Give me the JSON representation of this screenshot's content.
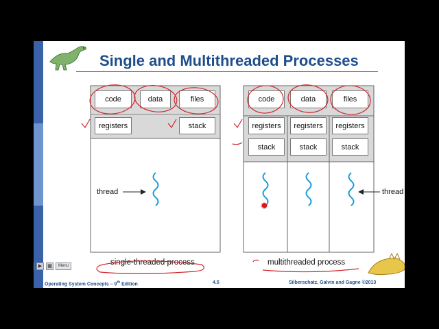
{
  "slide": {
    "title": "Single and Multithreaded Processes",
    "single": {
      "shared": [
        "code",
        "data",
        "files"
      ],
      "registers": "registers",
      "stack": "stack",
      "thread_label": "thread",
      "caption": "single-threaded process"
    },
    "multi": {
      "shared": [
        "code",
        "data",
        "files"
      ],
      "registers": [
        "registers",
        "registers",
        "registers"
      ],
      "stacks": [
        "stack",
        "stack",
        "stack"
      ],
      "thread_label": "thread",
      "caption": "multithreaded process"
    },
    "footer": {
      "left": "Operating System Concepts – 9",
      "left_sup": "th",
      "left_tail": " Edition",
      "center": "4.5",
      "right": "Silberschatz, Galvin and Gagne ©2013"
    },
    "controls": {
      "prev": "◀",
      "next": "▶",
      "menu": "Menu"
    },
    "colors": {
      "sidebar": "#3a62a8",
      "title": "#1f4e8c",
      "thread": "#1a9bd7",
      "annotation": "#d0252b",
      "shared_region": "#d9d9d9"
    },
    "icons": {
      "dinosaur_logo": "dinosaur-icon",
      "thread": "wavy-thread-icon",
      "arrow": "arrow-left-icon",
      "cursor": "red-cross-cursor-icon"
    }
  }
}
